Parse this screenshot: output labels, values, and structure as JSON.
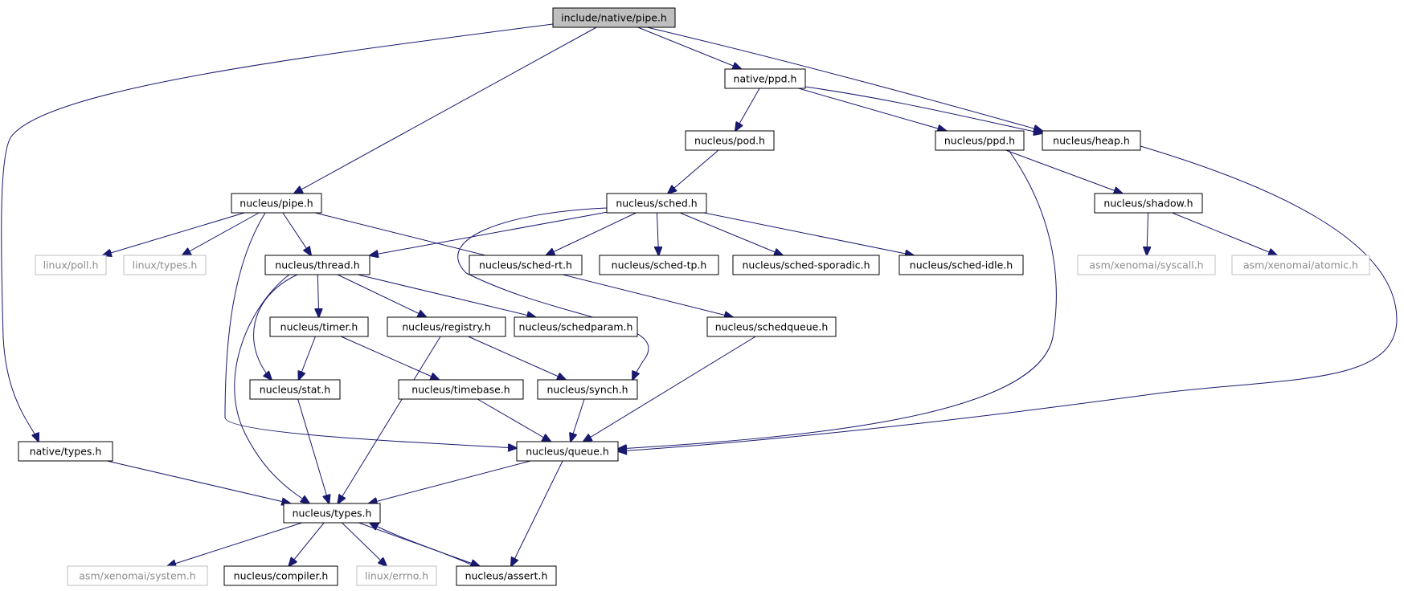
{
  "graph": {
    "colors": {
      "edge": "#191970",
      "root_fill": "#bfbfbf",
      "node_border": "#000000",
      "external_border": "#bfbfbf",
      "external_text": "#8c8c8c",
      "text": "#000000"
    },
    "nodes": {
      "root": {
        "label": "include/native/pipe.h",
        "kind": "root"
      },
      "native_ppd": {
        "label": "native/ppd.h",
        "kind": "node"
      },
      "nucleus_heap": {
        "label": "nucleus/heap.h",
        "kind": "node"
      },
      "nucleus_pod": {
        "label": "nucleus/pod.h",
        "kind": "node"
      },
      "nucleus_ppd": {
        "label": "nucleus/ppd.h",
        "kind": "node"
      },
      "nucleus_pipe": {
        "label": "nucleus/pipe.h",
        "kind": "node"
      },
      "nucleus_sched": {
        "label": "nucleus/sched.h",
        "kind": "node"
      },
      "nucleus_shadow": {
        "label": "nucleus/shadow.h",
        "kind": "node"
      },
      "linux_poll": {
        "label": "linux/poll.h",
        "kind": "external"
      },
      "linux_types": {
        "label": "linux/types.h",
        "kind": "external"
      },
      "nucleus_thread": {
        "label": "nucleus/thread.h",
        "kind": "node"
      },
      "sched_rt": {
        "label": "nucleus/sched-rt.h",
        "kind": "node"
      },
      "sched_tp": {
        "label": "nucleus/sched-tp.h",
        "kind": "node"
      },
      "sched_sporadic": {
        "label": "nucleus/sched-sporadic.h",
        "kind": "node"
      },
      "sched_idle": {
        "label": "nucleus/sched-idle.h",
        "kind": "node"
      },
      "asm_syscall": {
        "label": "asm/xenomai/syscall.h",
        "kind": "external"
      },
      "asm_atomic": {
        "label": "asm/xenomai/atomic.h",
        "kind": "external"
      },
      "nucleus_timer": {
        "label": "nucleus/timer.h",
        "kind": "node"
      },
      "nucleus_registry": {
        "label": "nucleus/registry.h",
        "kind": "node"
      },
      "schedparam": {
        "label": "nucleus/schedparam.h",
        "kind": "node"
      },
      "schedqueue": {
        "label": "nucleus/schedqueue.h",
        "kind": "node"
      },
      "nucleus_stat": {
        "label": "nucleus/stat.h",
        "kind": "node"
      },
      "nucleus_timebase": {
        "label": "nucleus/timebase.h",
        "kind": "node"
      },
      "nucleus_synch": {
        "label": "nucleus/synch.h",
        "kind": "node"
      },
      "native_types": {
        "label": "native/types.h",
        "kind": "node"
      },
      "nucleus_queue": {
        "label": "nucleus/queue.h",
        "kind": "node"
      },
      "nucleus_types": {
        "label": "nucleus/types.h",
        "kind": "node"
      },
      "asm_system": {
        "label": "asm/xenomai/system.h",
        "kind": "external"
      },
      "nucleus_compiler": {
        "label": "nucleus/compiler.h",
        "kind": "node"
      },
      "linux_errno": {
        "label": "linux/errno.h",
        "kind": "external"
      },
      "nucleus_assert": {
        "label": "nucleus/assert.h",
        "kind": "node"
      }
    },
    "edges": [
      {
        "from": "root",
        "to": "native_ppd"
      },
      {
        "from": "root",
        "to": "nucleus_heap"
      },
      {
        "from": "root",
        "to": "nucleus_pipe"
      },
      {
        "from": "root",
        "to": "native_types"
      },
      {
        "from": "native_ppd",
        "to": "nucleus_heap"
      },
      {
        "from": "native_ppd",
        "to": "nucleus_pod"
      },
      {
        "from": "native_ppd",
        "to": "nucleus_ppd"
      },
      {
        "from": "nucleus_pod",
        "to": "nucleus_sched"
      },
      {
        "from": "nucleus_ppd",
        "to": "nucleus_shadow"
      },
      {
        "from": "nucleus_ppd",
        "to": "nucleus_queue"
      },
      {
        "from": "nucleus_heap",
        "to": "nucleus_queue"
      },
      {
        "from": "nucleus_shadow",
        "to": "asm_syscall"
      },
      {
        "from": "nucleus_shadow",
        "to": "asm_atomic"
      },
      {
        "from": "nucleus_pipe",
        "to": "linux_poll"
      },
      {
        "from": "nucleus_pipe",
        "to": "linux_types"
      },
      {
        "from": "nucleus_pipe",
        "to": "nucleus_thread"
      },
      {
        "from": "nucleus_pipe",
        "to": "schedqueue"
      },
      {
        "from": "nucleus_pipe",
        "to": "nucleus_queue"
      },
      {
        "from": "nucleus_sched",
        "to": "nucleus_thread"
      },
      {
        "from": "nucleus_sched",
        "to": "sched_rt"
      },
      {
        "from": "nucleus_sched",
        "to": "sched_tp"
      },
      {
        "from": "nucleus_sched",
        "to": "sched_sporadic"
      },
      {
        "from": "nucleus_sched",
        "to": "sched_idle"
      },
      {
        "from": "nucleus_sched",
        "to": "nucleus_synch"
      },
      {
        "from": "nucleus_thread",
        "to": "nucleus_timer"
      },
      {
        "from": "nucleus_thread",
        "to": "nucleus_registry"
      },
      {
        "from": "nucleus_thread",
        "to": "schedparam"
      },
      {
        "from": "nucleus_thread",
        "to": "nucleus_stat"
      },
      {
        "from": "nucleus_thread",
        "to": "nucleus_types"
      },
      {
        "from": "nucleus_timer",
        "to": "nucleus_stat"
      },
      {
        "from": "nucleus_timer",
        "to": "nucleus_timebase"
      },
      {
        "from": "nucleus_registry",
        "to": "nucleus_synch"
      },
      {
        "from": "nucleus_registry",
        "to": "nucleus_types"
      },
      {
        "from": "schedqueue",
        "to": "nucleus_queue"
      },
      {
        "from": "nucleus_stat",
        "to": "nucleus_types"
      },
      {
        "from": "nucleus_timebase",
        "to": "nucleus_queue"
      },
      {
        "from": "nucleus_synch",
        "to": "nucleus_queue"
      },
      {
        "from": "native_types",
        "to": "nucleus_types"
      },
      {
        "from": "nucleus_queue",
        "to": "nucleus_types"
      },
      {
        "from": "nucleus_queue",
        "to": "nucleus_assert"
      },
      {
        "from": "nucleus_types",
        "to": "asm_system"
      },
      {
        "from": "nucleus_types",
        "to": "nucleus_compiler"
      },
      {
        "from": "nucleus_types",
        "to": "linux_errno"
      },
      {
        "from": "nucleus_types",
        "to": "nucleus_assert"
      },
      {
        "from": "nucleus_assert",
        "to": "nucleus_types"
      }
    ]
  }
}
